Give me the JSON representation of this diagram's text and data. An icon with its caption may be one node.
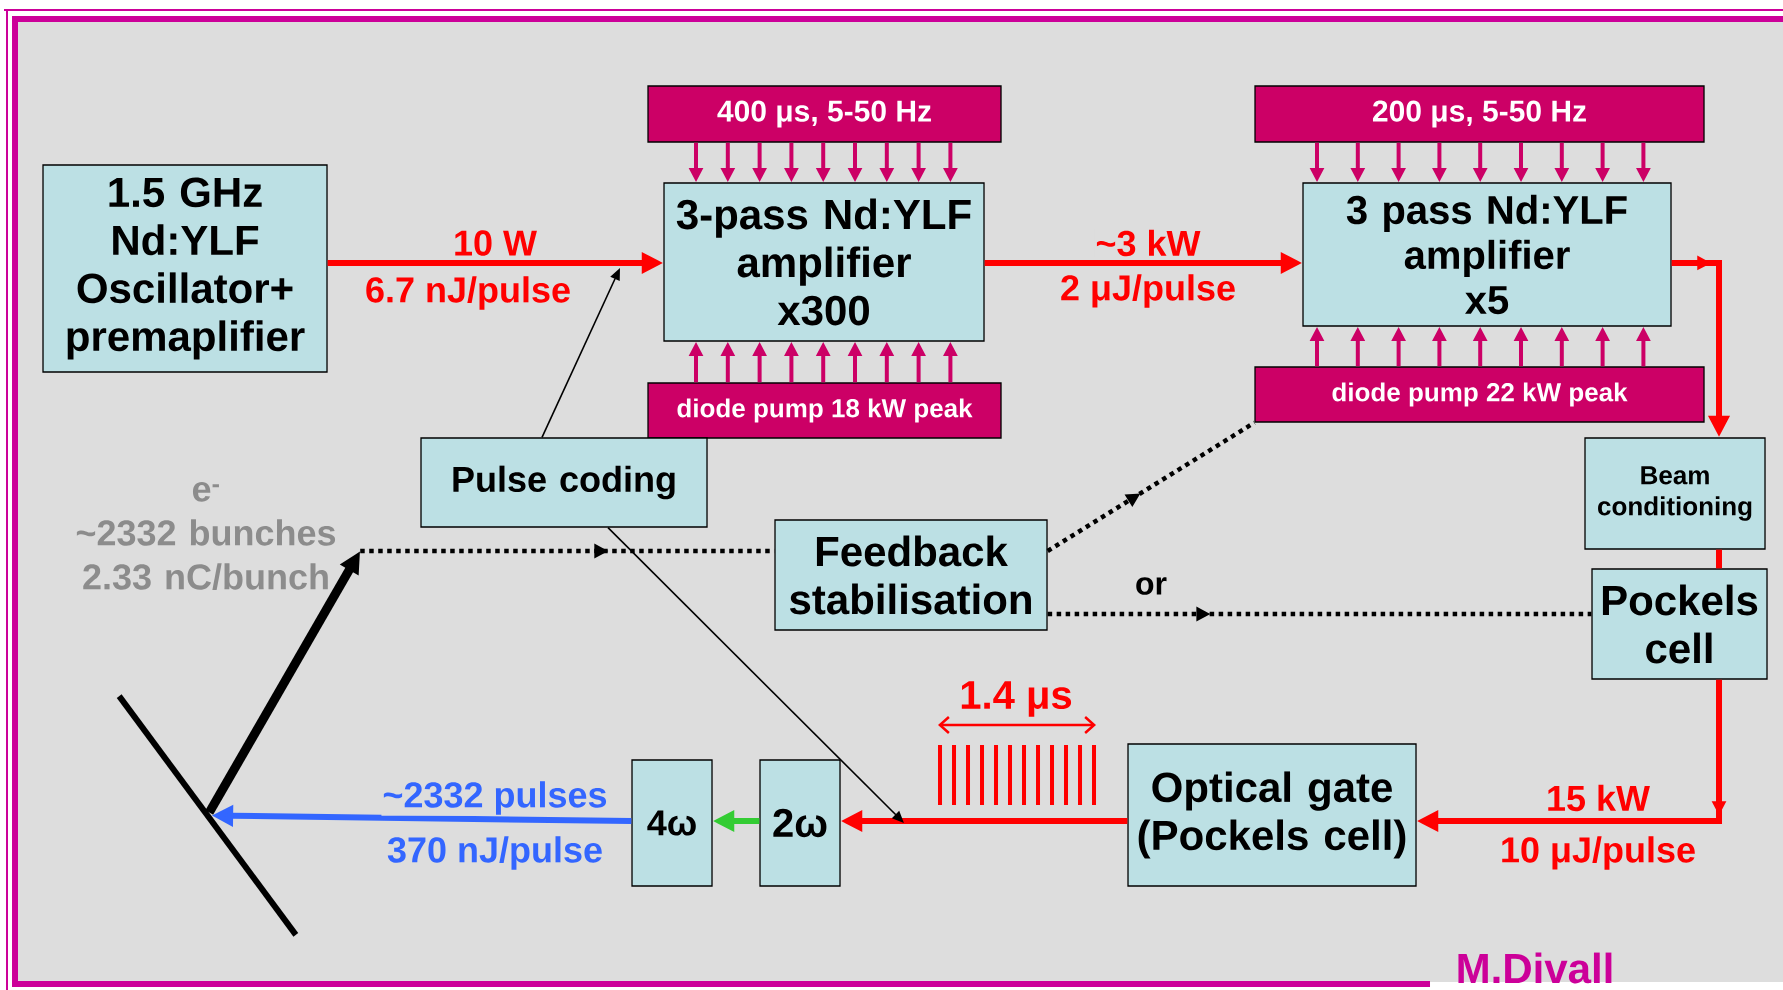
{
  "diagram": {
    "nodes": [
      {
        "text": [
          "1.5 GHz Nd:YLF Oscillator+ premaplifier"
        ]
      },
      {
        "text": [
          "400 μs, 5-50 Hz"
        ]
      },
      {
        "text": [
          "3-pass Nd:YLF amplifier",
          "x300"
        ]
      },
      {
        "text": [
          "diode pump 18 kW peak"
        ]
      },
      {
        "text": [
          "200 μs, 5-50 Hz"
        ]
      },
      {
        "text": [
          "3 pass Nd:YLF amplifier",
          "x5"
        ]
      },
      {
        "text": [
          "diode pump 22 kW peak"
        ]
      },
      {
        "text": [
          "Pulse coding"
        ]
      },
      {
        "text": [
          "Beam conditioning"
        ]
      },
      {
        "text": [
          "Feedback stabilisation"
        ]
      },
      {
        "text": [
          "Pockels cell"
        ]
      },
      {
        "text": [
          "Optical gate (Pockels cell)"
        ]
      },
      {
        "text": [
          "2ω"
        ]
      },
      {
        "text": [
          "4ω"
        ]
      },
      {
        "text": [
          "e$^{-}$",
          "~2332 bunches",
          "2.33 nC/bunch"
        ]
      },
      {
        "text": [],
        "shape": "bar"
      }
    ],
    "edges": [
      {
        "from": 0,
        "to": 2,
        "arrow": "to",
        "label": "10 W",
        "color": "#ff0000"
      },
      {
        "from": 7,
        "to": null,
        "arrow": "to",
        "color": "#000000"
      },
      {
        "from": 2,
        "to": 5,
        "arrow": "to",
        "label": "~3 kW",
        "color": "#ff0000"
      },
      {
        "from": 5,
        "to": 8,
        "arrow": "to",
        "color": "#ff0000"
      },
      {
        "from": 8,
        "to": 10,
        "arrow": "none",
        "color": "#ff0000"
      },
      {
        "from": 10,
        "to": 11,
        "arrow": "to",
        "label": "15 kW",
        "color": "#ff0000"
      },
      {
        "from": 11,
        "to": 12,
        "arrow": "to",
        "color": "#ff0000"
      },
      {
        "from": 12,
        "to": 13,
        "arrow": "to",
        "color": "#33cc33"
      },
      {
        "from": 13,
        "to": 15,
        "arrow": "to",
        "label": "~2332 pulses",
        "color": "#3366ff"
      },
      {
        "from": 15,
        "to": 14,
        "arrow": "to",
        "style": "thick",
        "color": "#000000"
      },
      {
        "from": 14,
        "to": 9,
        "arrow": "to",
        "style": "dashed",
        "color": "#000000"
      },
      {
        "from": 9,
        "to": 6,
        "arrow": "to",
        "style": "dashed",
        "color": "#000000"
      },
      {
        "from": 9,
        "to": 10,
        "arrow": "to",
        "style": "dashed",
        "label": "or",
        "color": "#000000"
      },
      {
        "from": 7,
        "to": null,
        "arrow": "to",
        "color": "#000000"
      },
      {
        "from": 1,
        "to": 2,
        "arrow": "to"
      },
      {
        "from": 1,
        "to": 2,
        "arrow": "to"
      },
      {
        "from": 1,
        "to": 2,
        "arrow": "to"
      },
      {
        "from": 1,
        "to": 2,
        "arrow": "to"
      },
      {
        "from": 1,
        "to": 2,
        "arrow": "to"
      },
      {
        "from": 1,
        "to": 2,
        "arrow": "to"
      },
      {
        "from": 1,
        "to": 2,
        "arrow": "to"
      },
      {
        "from": 1,
        "to": 2,
        "arrow": "to"
      },
      {
        "from": 1,
        "to": 2,
        "arrow": "to"
      },
      {
        "from": 3,
        "to": 2,
        "arrow": "to"
      },
      {
        "from": 3,
        "to": 2,
        "arrow": "to"
      },
      {
        "from": 3,
        "to": 2,
        "arrow": "to"
      },
      {
        "from": 3,
        "to": 2,
        "arrow": "to"
      },
      {
        "from": 3,
        "to": 2,
        "arrow": "to"
      },
      {
        "from": 3,
        "to": 2,
        "arrow": "to"
      },
      {
        "from": 3,
        "to": 2,
        "arrow": "to"
      },
      {
        "from": 3,
        "to": 2,
        "arrow": "to"
      },
      {
        "from": 3,
        "to": 2,
        "arrow": "to"
      },
      {
        "from": 4,
        "to": 5,
        "arrow": "to"
      },
      {
        "from": 4,
        "to": 5,
        "arrow": "to"
      },
      {
        "from": 4,
        "to": 5,
        "arrow": "to"
      },
      {
        "from": 4,
        "to": 5,
        "arrow": "to"
      },
      {
        "from": 4,
        "to": 5,
        "arrow": "to"
      },
      {
        "from": 4,
        "to": 5,
        "arrow": "to"
      },
      {
        "from": 4,
        "to": 5,
        "arrow": "to"
      },
      {
        "from": 4,
        "to": 5,
        "arrow": "to"
      },
      {
        "from": 4,
        "to": 5,
        "arrow": "to"
      },
      {
        "from": 6,
        "to": 5,
        "arrow": "to"
      },
      {
        "from": 6,
        "to": 5,
        "arrow": "to"
      },
      {
        "from": 6,
        "to": 5,
        "arrow": "to"
      },
      {
        "from": 6,
        "to": 5,
        "arrow": "to"
      },
      {
        "from": 6,
        "to": 5,
        "arrow": "to"
      },
      {
        "from": 6,
        "to": 5,
        "arrow": "to"
      },
      {
        "from": 6,
        "to": 5,
        "arrow": "to"
      },
      {
        "from": 6,
        "to": 5,
        "arrow": "to"
      },
      {
        "from": 6,
        "to": 5,
        "arrow": "to"
      }
    ],
    "labels": [
      "6.7 nJ/pulse",
      "2 μJ/pulse",
      "1.4 μs",
      "370 nJ/pulse",
      "10 μJ/pulse",
      "M.Divall"
    ]
  }
}
